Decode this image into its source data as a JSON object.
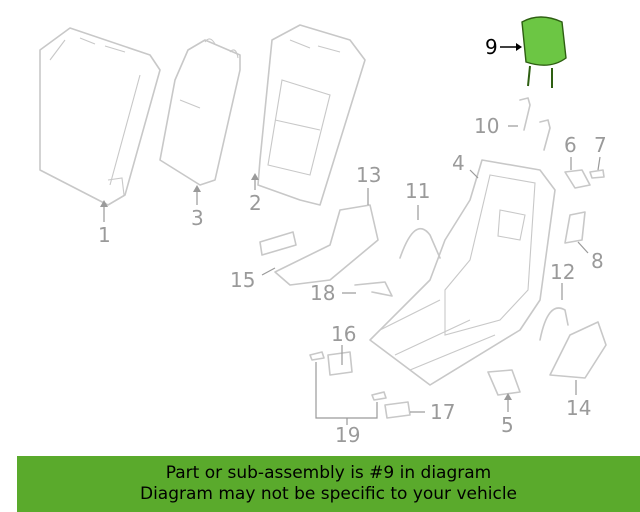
{
  "callouts": {
    "c1": "1",
    "c2": "2",
    "c3": "3",
    "c4": "4",
    "c5": "5",
    "c6": "6",
    "c7": "7",
    "c8": "8",
    "c9": "9",
    "c10": "10",
    "c11": "11",
    "c12": "12",
    "c13": "13",
    "c14": "14",
    "c15": "15",
    "c16": "16",
    "c17": "17",
    "c18": "18",
    "c19": "19"
  },
  "highlight": {
    "part": "9",
    "color": "#6cc644"
  },
  "banner": {
    "line1": "Part or sub-assembly is #9 in diagram",
    "line2": "Diagram may not be specific to your vehicle",
    "color": "#5aaa2c"
  }
}
